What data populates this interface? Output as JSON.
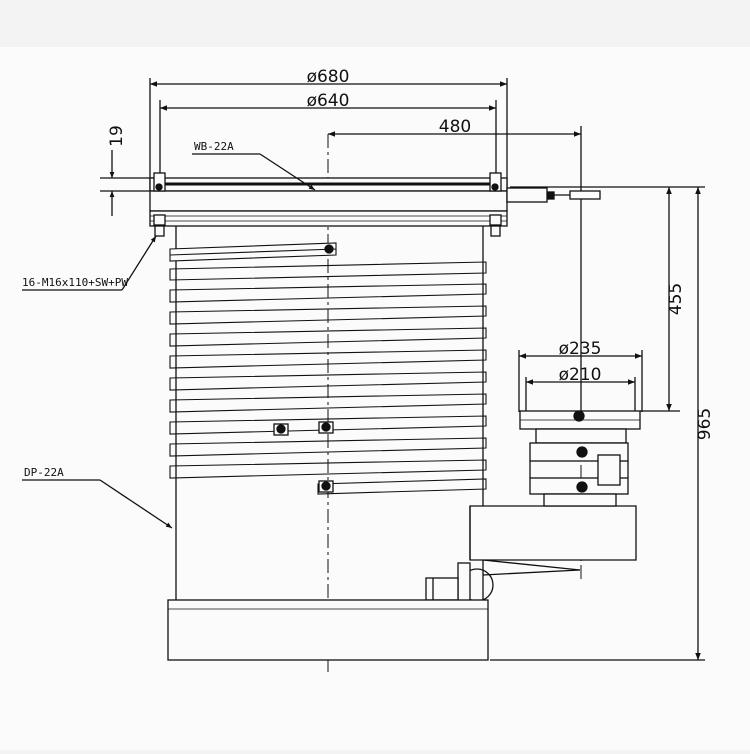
{
  "drawing": {
    "colors": {
      "background": "#f3f3f3",
      "paper": "#fbfbfb",
      "line": "#111111"
    },
    "dimensions": {
      "outer_diameter": "ø680",
      "inner_diameter": "ø640",
      "offset": "480",
      "flange_thickness": "19",
      "port_height": "455",
      "total_height": "965",
      "flange_outer": "ø235",
      "flange_inner": "ø210"
    },
    "labels": {
      "baffle": "WB-22A",
      "bolts": "16-M16x110+SW+PW",
      "pump": "DP-22A"
    }
  }
}
